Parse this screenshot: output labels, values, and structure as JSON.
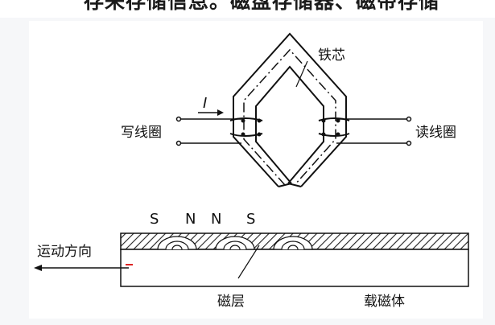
{
  "header": {
    "partial_text": "存来存储信息。磁盘存储器、磁带存储"
  },
  "diagram": {
    "labels": {
      "iron_core": "铁芯",
      "current": "I",
      "write_coil": "写线圈",
      "read_coil": "读线圈",
      "motion_direction": "运动方向",
      "magnetic_layer": "磁层",
      "carrier": "载磁体"
    },
    "poles": [
      "S",
      "N",
      "N",
      "S"
    ]
  }
}
